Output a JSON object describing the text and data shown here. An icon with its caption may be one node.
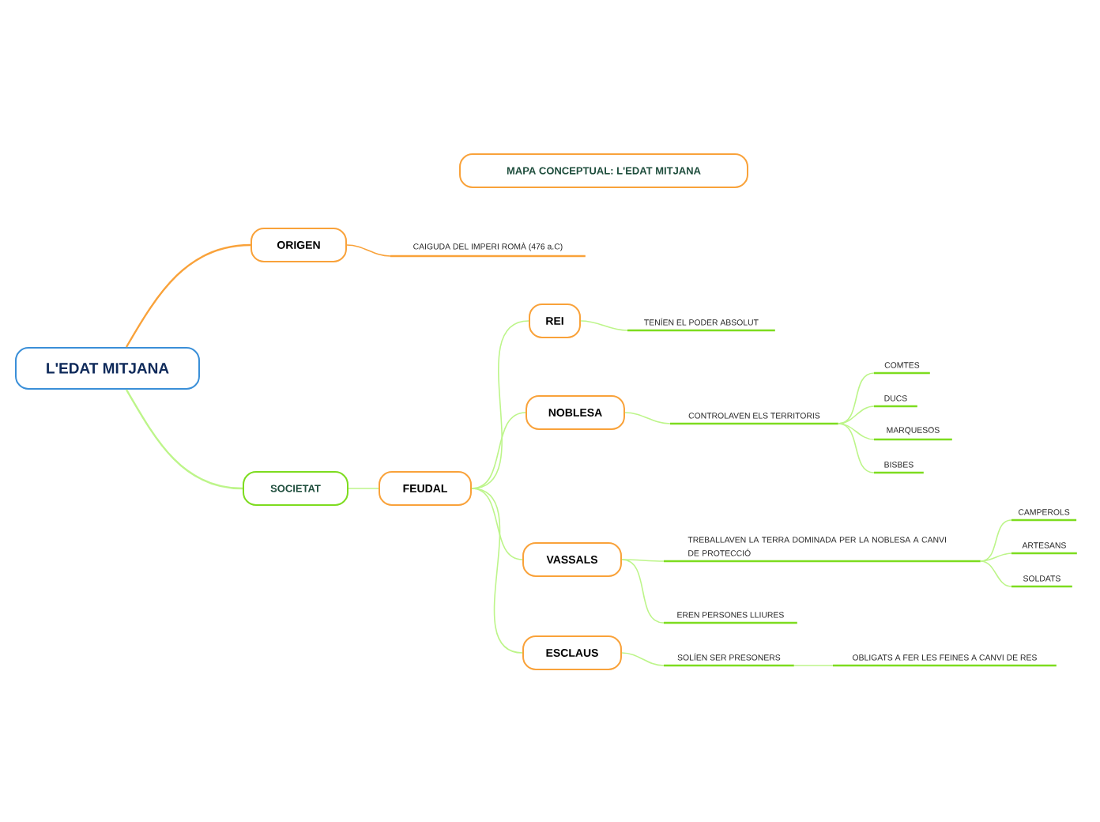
{
  "diagram": {
    "nodes": [
      {
        "text": [
          "MAPA CONCEPTUAL: L'EDAT MITJANA"
        ]
      },
      {
        "text": [
          "L'EDAT MITJANA"
        ]
      },
      {
        "text": [
          "ORIGEN"
        ]
      },
      {
        "text": [
          "CAIGUDA DEL IMPERI ROMÀ (476 a.C)"
        ]
      },
      {
        "text": [
          "SOCIETAT"
        ]
      },
      {
        "text": [
          "FEUDAL"
        ]
      },
      {
        "text": [
          "REI"
        ]
      },
      {
        "text": [
          "TENÍEN EL PODER ABSOLUT"
        ]
      },
      {
        "text": [
          "NOBLESA"
        ]
      },
      {
        "text": [
          "CONTROLAVEN ELS TERRITORIS"
        ]
      },
      {
        "text": [
          "COMTES"
        ]
      },
      {
        "text": [
          "DUCS"
        ]
      },
      {
        "text": [
          "MARQUESOS"
        ]
      },
      {
        "text": [
          "BISBES"
        ]
      },
      {
        "text": [
          "VASSALS"
        ]
      },
      {
        "text": [
          "TREBALLAVEN LA TERRA DOMINADA PER LA NOBLESA A CANVI DE PROTECCIÓ"
        ]
      },
      {
        "text": [
          "CAMPEROLS"
        ]
      },
      {
        "text": [
          "ARTESANS"
        ]
      },
      {
        "text": [
          "SOLDATS"
        ]
      },
      {
        "text": [
          "EREN PERSONES LLIURES"
        ]
      },
      {
        "text": [
          "ESCLAUS"
        ]
      },
      {
        "text": [
          "SOLÍEN SER PRESONERS"
        ]
      },
      {
        "text": [
          "OBLIGATS A FER LES FEINES A CANVI DE RES"
        ]
      }
    ],
    "edges": [
      {
        "from": 1,
        "to": 2,
        "arrow": "none",
        "color": "#f9a23a"
      },
      {
        "from": 2,
        "to": 3,
        "arrow": "none",
        "color": "#f9a23a"
      },
      {
        "from": 1,
        "to": 4,
        "arrow": "none"
      },
      {
        "from": 4,
        "to": 5,
        "arrow": "none"
      },
      {
        "from": 5,
        "to": 6,
        "arrow": "none"
      },
      {
        "from": 6,
        "to": 7,
        "arrow": "none"
      },
      {
        "from": 5,
        "to": 8,
        "arrow": "none"
      },
      {
        "from": 8,
        "to": 9,
        "arrow": "none"
      },
      {
        "from": 9,
        "to": 10,
        "arrow": "none"
      },
      {
        "from": 9,
        "to": 11,
        "arrow": "none"
      },
      {
        "from": 9,
        "to": 12,
        "arrow": "none"
      },
      {
        "from": 9,
        "to": 13,
        "arrow": "none"
      },
      {
        "from": 5,
        "to": 14,
        "arrow": "none"
      },
      {
        "from": 14,
        "to": 15,
        "arrow": "none"
      },
      {
        "from": 15,
        "to": 16,
        "arrow": "none"
      },
      {
        "from": 15,
        "to": 17,
        "arrow": "none"
      },
      {
        "from": 15,
        "to": 18,
        "arrow": "none"
      },
      {
        "from": 14,
        "to": 19,
        "arrow": "none"
      },
      {
        "from": 5,
        "to": 20,
        "arrow": "none"
      },
      {
        "from": 20,
        "to": 21,
        "arrow": "none"
      },
      {
        "from": 21,
        "to": 22,
        "arrow": "none"
      }
    ]
  }
}
